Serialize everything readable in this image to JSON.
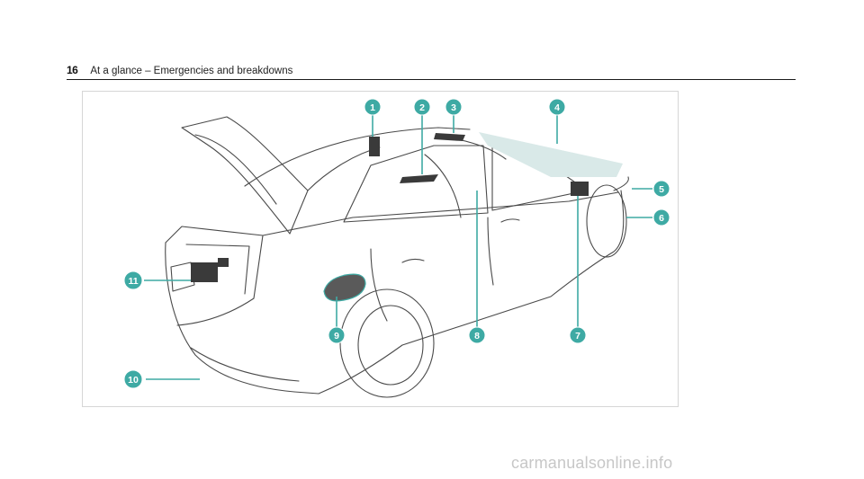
{
  "header": {
    "page_number": "16",
    "section_title": "At a glance – Emergencies and breakdowns"
  },
  "figure": {
    "accent_color": "#3eaaa4",
    "callouts": [
      "1",
      "2",
      "3",
      "4",
      "5",
      "6",
      "7",
      "8",
      "9",
      "10",
      "11"
    ]
  },
  "watermark": "carmanualsonline.info"
}
